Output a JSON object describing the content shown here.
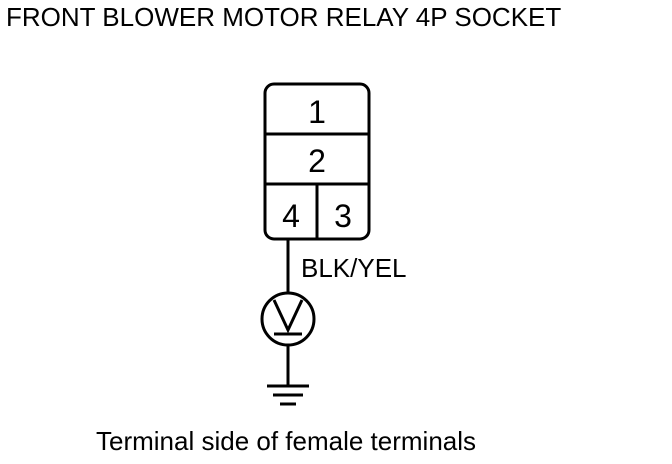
{
  "title": "FRONT BLOWER MOTOR RELAY 4P SOCKET",
  "connector": {
    "terminals": {
      "t1": "1",
      "t2": "2",
      "t3": "3",
      "t4": "4"
    }
  },
  "wire": {
    "color_label": "BLK/YEL"
  },
  "meter": {
    "symbol": "voltmeter-icon",
    "glyph": "V"
  },
  "ground": {
    "symbol": "ground-icon"
  },
  "caption": "Terminal side of female terminals"
}
